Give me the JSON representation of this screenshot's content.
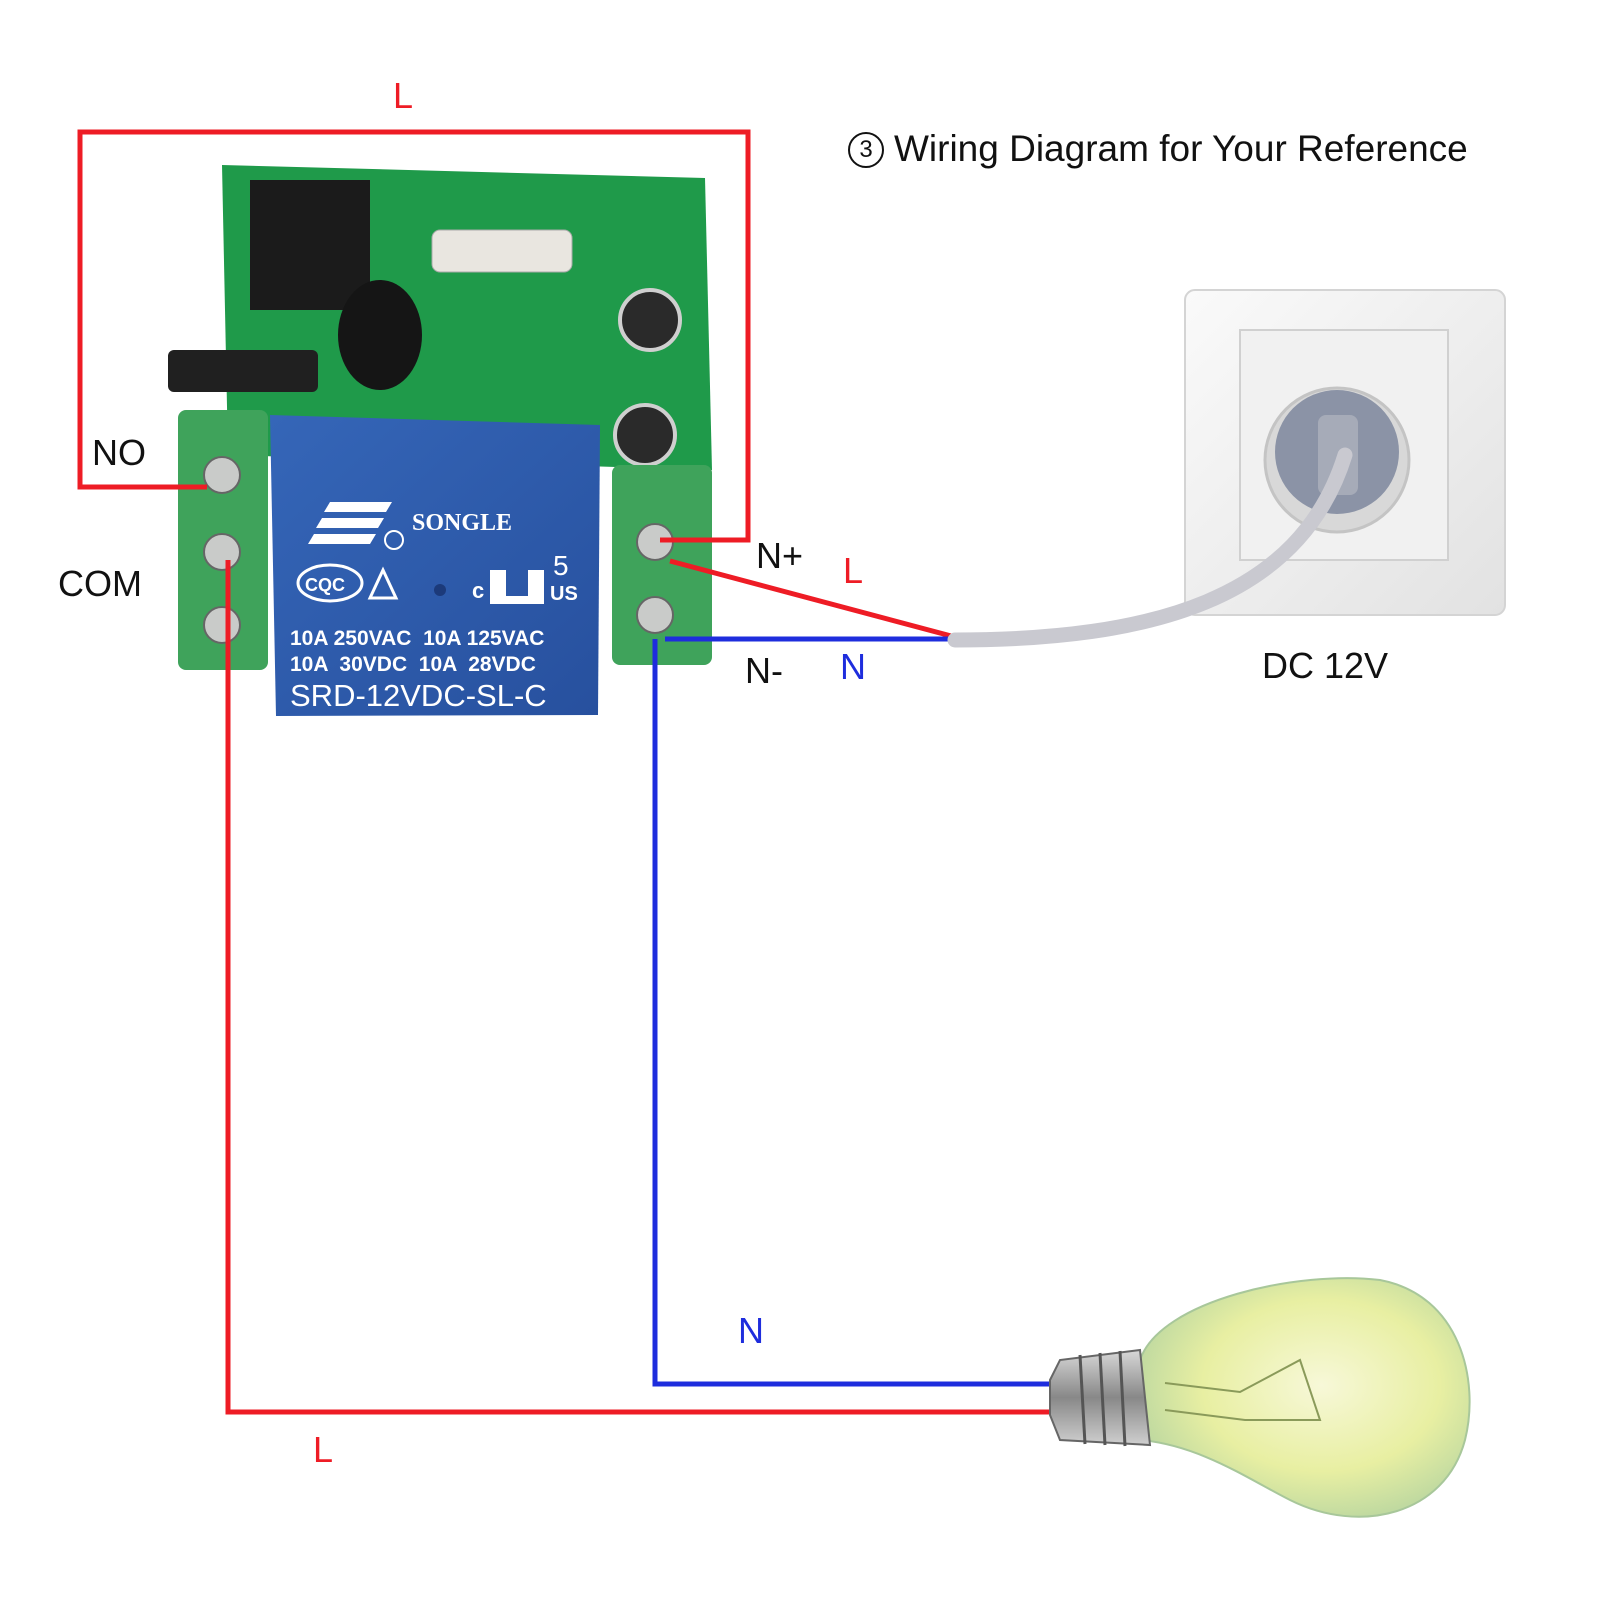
{
  "title": {
    "marker": "3",
    "text": "Wiring Diagram for Your Reference"
  },
  "relay": {
    "brand": "SONGLE",
    "cert_cqc": "CQC",
    "ul_mark": "c",
    "ul_suffix": "US",
    "pin_count": "5",
    "rating_line1": "10A 250VAC  10A 125VAC",
    "rating_line2": "10A  30VDC  10A  28VDC",
    "model": "SRD-12VDC-SL-C"
  },
  "terminals": {
    "no": "NO",
    "com": "COM",
    "n_plus": "N+",
    "n_minus": "N-"
  },
  "wire_labels": {
    "top_loop": "L",
    "supply_live": "L",
    "supply_neutral": "N",
    "lamp_neutral": "N",
    "lamp_live": "L"
  },
  "power_source": {
    "label": "DC 12V"
  },
  "colors": {
    "live_wire": "#ee1c25",
    "neutral_wire": "#1e2ddd",
    "cable": "#c9c9d0",
    "pcb": "#1f9a4a",
    "relay_body": "#2f5cae",
    "terminal": "#3fa35b"
  }
}
